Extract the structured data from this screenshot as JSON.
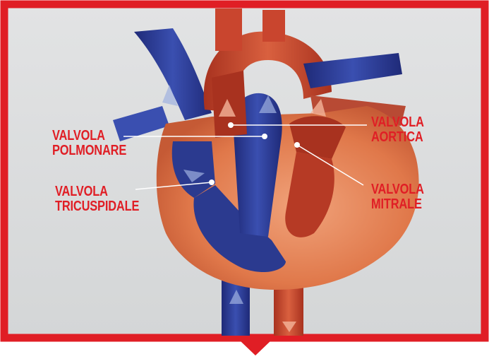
{
  "colors": {
    "frame_red": "#e01e25",
    "background_gray": "#d9dbdc",
    "deoxygenated_blue": "#2b3a8f",
    "oxygenated_red": "#c9452e",
    "muscle_orange": "#e78a5c",
    "label_red": "#e01e25"
  },
  "labels": {
    "pulmonary_valve": {
      "line1": "VALVOLA",
      "line2": "POLMONARE"
    },
    "tricuspid_valve": {
      "line1": "VALVOLA",
      "line2": "TRICUSPIDALE"
    },
    "aortic_valve": {
      "line1": "VALVOLA",
      "line2": "AORTICA"
    },
    "mitral_valve": {
      "line1": "VALVOLA",
      "line2": "MITRALE"
    }
  }
}
